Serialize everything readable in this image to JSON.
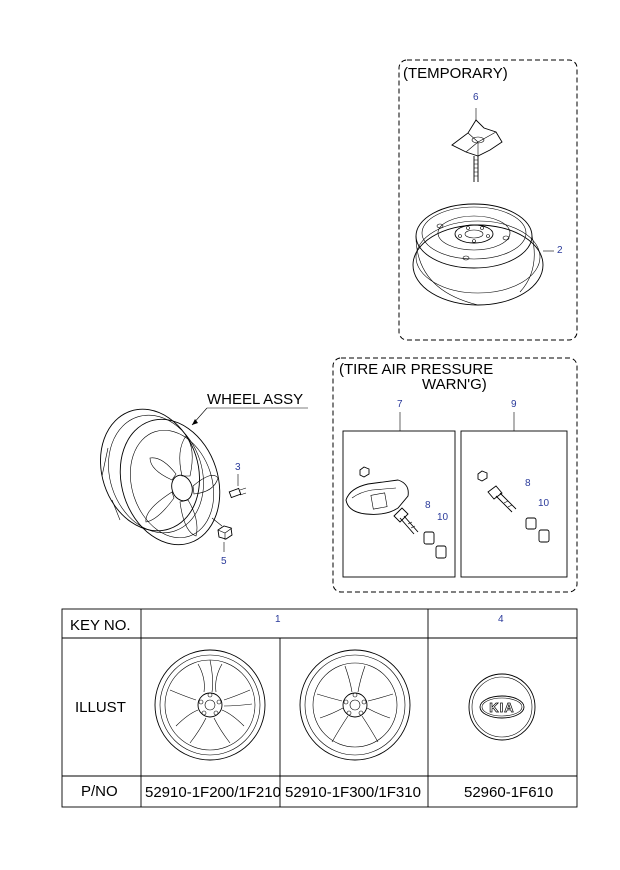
{
  "labels": {
    "temporary": "(TEMPORARY)",
    "tpms_line1": "(TIRE AIR PRESSURE",
    "tpms_line2": "WARN'G)",
    "wheel_assy": "WHEEL ASSY"
  },
  "callouts": {
    "c6": "6",
    "c2": "2",
    "c3": "3",
    "c5": "5",
    "c7": "7",
    "c9": "9",
    "c8a": "8",
    "c10a": "10",
    "c8b": "8",
    "c10b": "10"
  },
  "table": {
    "headers": {
      "key_no": "KEY NO.",
      "illust": "ILLUST",
      "pno": "P/NO"
    },
    "key_1": "1",
    "key_4": "4",
    "parts": [
      "52910-1F200/1F210",
      "52910-1F300/1F310",
      "52960-1F610"
    ],
    "emblem_text": "KIA"
  }
}
